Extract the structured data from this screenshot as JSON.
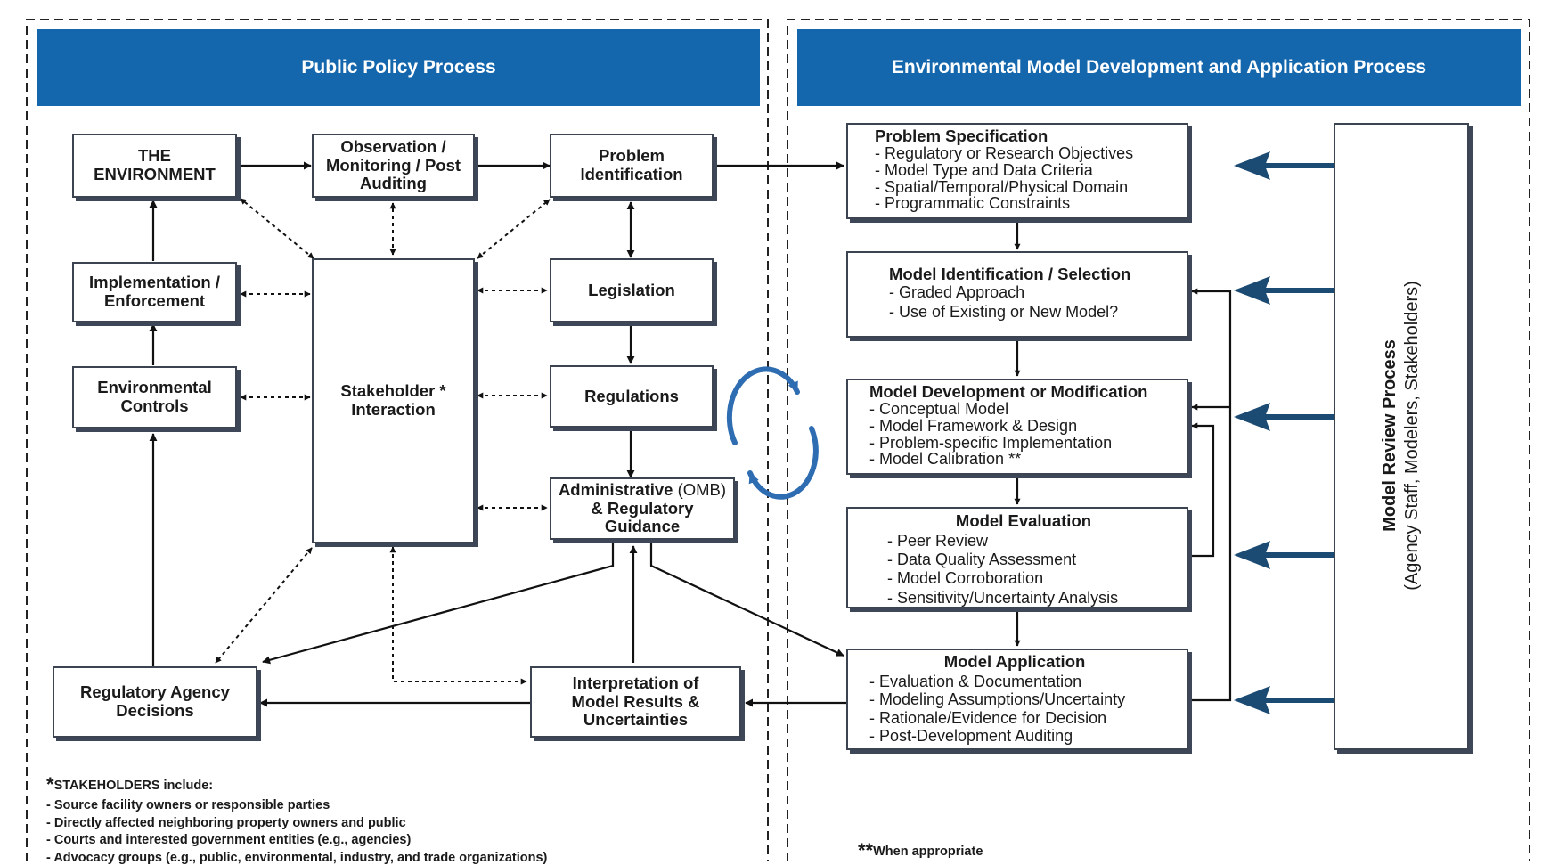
{
  "panels": {
    "left_header": "Public Policy Process",
    "right_header": "Environmental Model Development and Application Process"
  },
  "policy": {
    "environment": "THE ENVIRONMENT",
    "observation": "Observation / Monitoring / Post Auditing",
    "problem_identification": "Problem Identification",
    "implementation": "Implementation / Enforcement",
    "stakeholder": "Stakeholder * Interaction",
    "legislation": "Legislation",
    "environmental_controls": "Environmental Controls",
    "regulations": "Regulations",
    "administrative": {
      "line1_bold": "Administrative",
      "line1_light": " (OMB)",
      "line2": "& Regulatory Guidance"
    },
    "regulatory_decisions": "Regulatory Agency Decisions",
    "interpretation": "Interpretation of Model Results & Uncertainties"
  },
  "model_process": {
    "problem_spec": {
      "title": "Problem Specification",
      "items": [
        "Regulatory or Research Objectives",
        "Model Type and Data Criteria",
        "Spatial/Temporal/Physical Domain",
        "Programmatic Constraints"
      ]
    },
    "model_id": {
      "title": "Model Identification / Selection",
      "items": [
        "Graded Approach",
        "Use of Existing or New Model?"
      ]
    },
    "model_dev": {
      "title": "Model Development or Modification",
      "items": [
        "Conceptual Model",
        "Model Framework & Design",
        "Problem-specific Implementation",
        "Model Calibration **"
      ]
    },
    "model_eval": {
      "title": "Model Evaluation",
      "items": [
        "Peer Review",
        "Data Quality Assessment",
        "Model Corroboration",
        "Sensitivity/Uncertainty Analysis"
      ]
    },
    "model_app": {
      "title": "Model Application",
      "items": [
        "Evaluation & Documentation",
        "Modeling Assumptions/Uncertainty",
        "Rationale/Evidence for Decision",
        "Post-Development Auditing"
      ]
    }
  },
  "review": {
    "title": "Model Review Process",
    "subtitle": "(Agency Staff, Modelers, Stakeholders)"
  },
  "notes": {
    "stakeholders_marker": "*",
    "stakeholders_heading": "STAKEHOLDERS include:",
    "stakeholders_items": [
      "- Source facility owners or responsible parties",
      "- Directly affected neighboring property owners and public",
      "- Courts and interested government entities (e.g., agencies)",
      "- Advocacy groups  (e.g., public, environmental, industry, and trade organizations)"
    ],
    "appropriate_marker": "**",
    "appropriate_text": "When appropriate"
  },
  "colors": {
    "header_bg": "#1467ad",
    "review_arrow": "#1b4a73",
    "cycle_arrow": "#2f6db2"
  }
}
